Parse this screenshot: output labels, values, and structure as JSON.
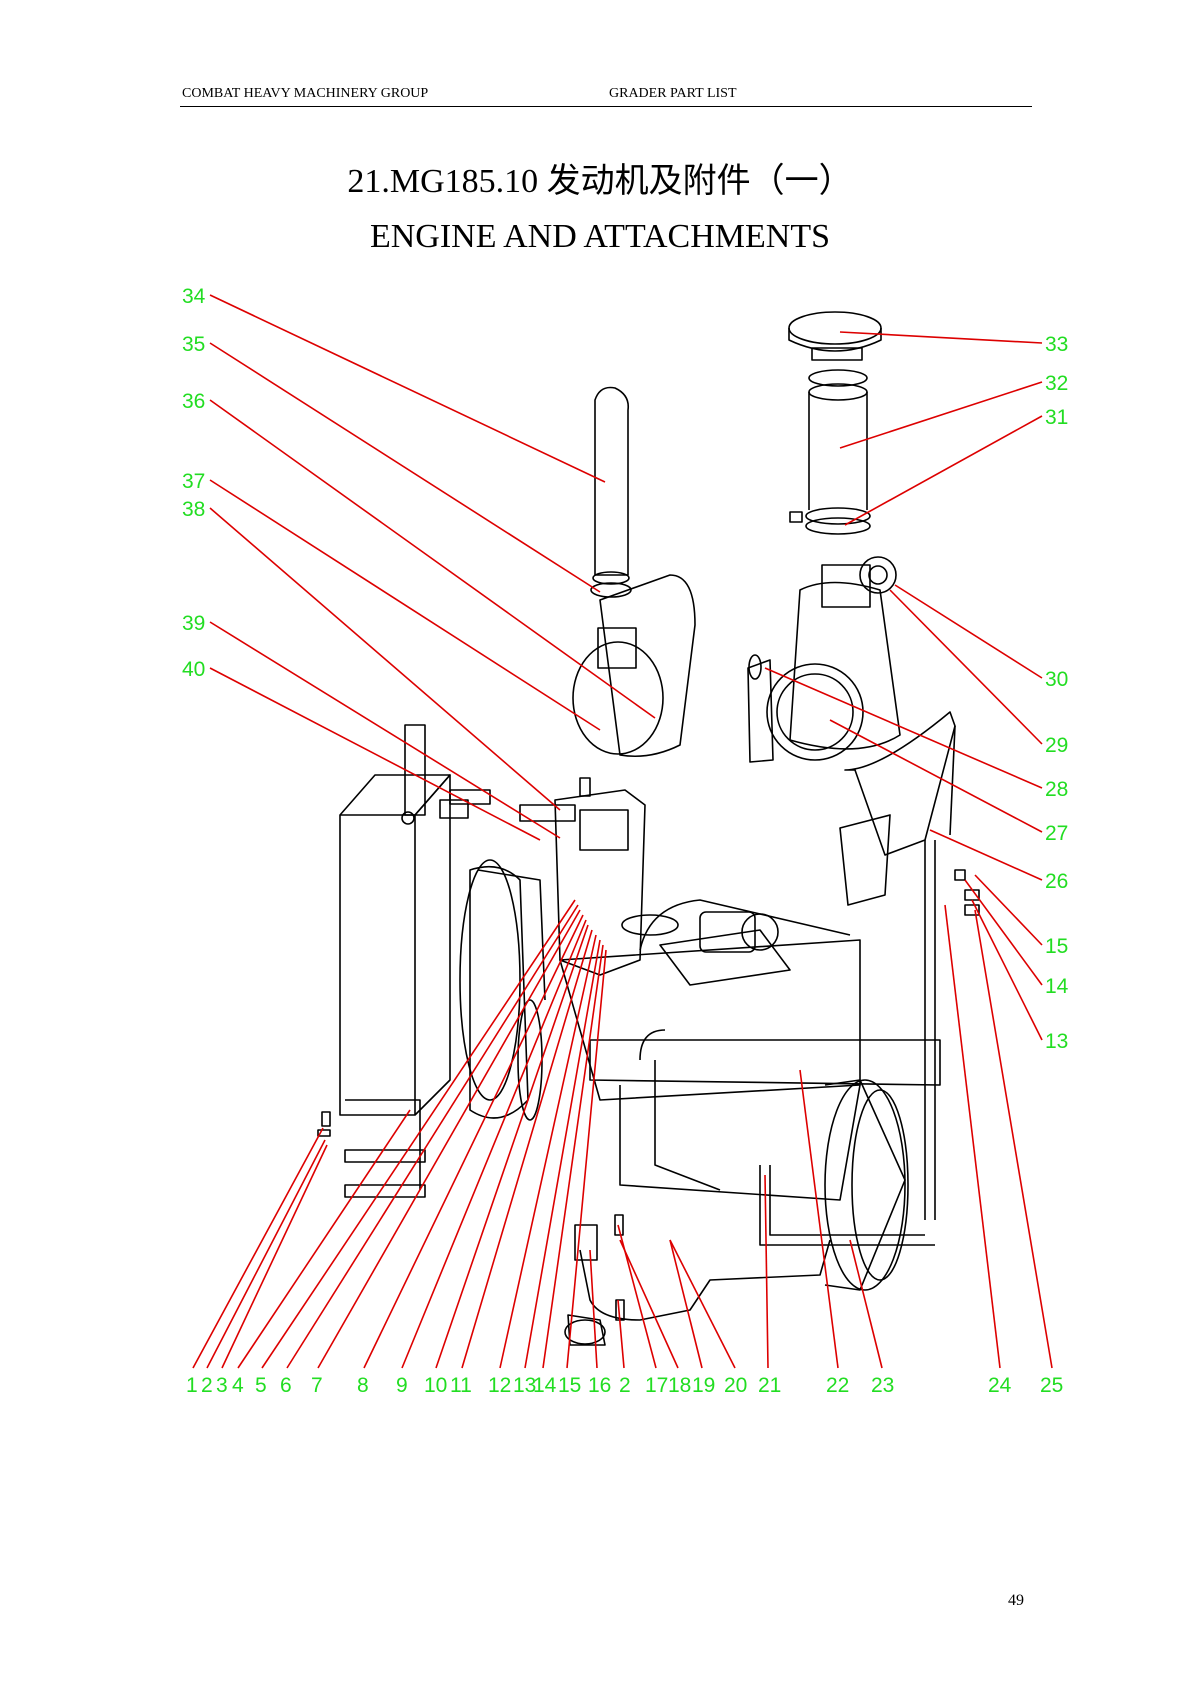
{
  "header": {
    "company": "COMBAT HEAVY MACHINERY GROUP",
    "doc": "GRADER PART LIST"
  },
  "title": {
    "chinese": "21.MG185.10 发动机及附件（一）",
    "english": "ENGINE AND ATTACHMENTS"
  },
  "page_number": "49",
  "callouts_left": [
    "34",
    "35",
    "36",
    "37",
    "38",
    "39",
    "40"
  ],
  "callouts_right": [
    "33",
    "32",
    "31",
    "30",
    "29",
    "28",
    "27",
    "26",
    "15",
    "14",
    "13"
  ],
  "callouts_bottom": [
    "1",
    "2",
    "3",
    "4",
    "5",
    "6",
    "7",
    "8",
    "9",
    "10",
    "11",
    "12",
    "13",
    "14",
    "15",
    "16",
    "2",
    "17",
    "18",
    "19",
    "20",
    "21",
    "22",
    "23",
    "24",
    "25"
  ],
  "colors": {
    "callout_text": "#22dd22",
    "leader_line": "#dd0000",
    "drawing": "#000000"
  }
}
